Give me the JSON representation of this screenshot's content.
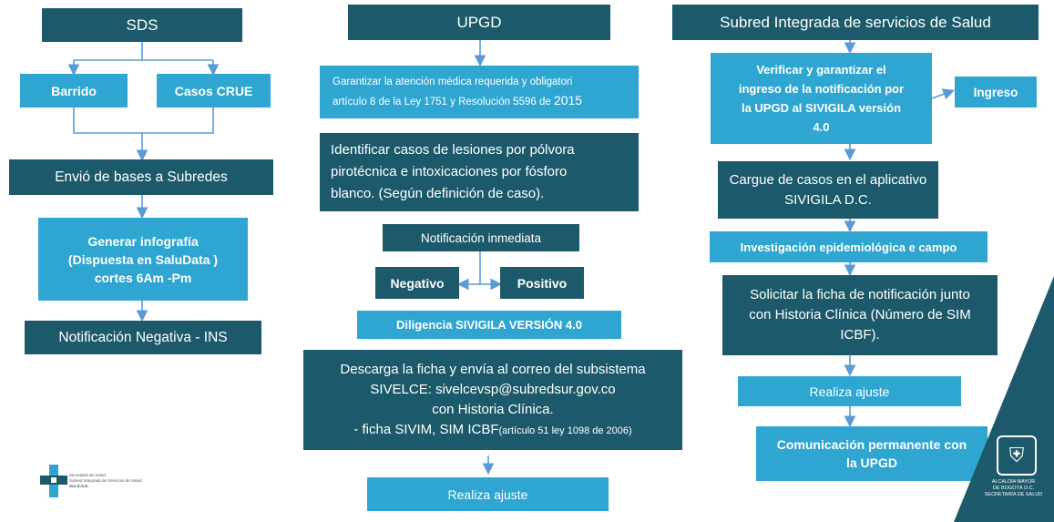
{
  "col_sds": {
    "header": "SDS",
    "barrido": "Barrido",
    "casos_crue": "Casos CRUE",
    "envio_bases": "Envió de bases a Subredes",
    "infografia": [
      "Generar infografía",
      "(Dispuesta en SaluData )",
      "cortes 6Am -Pm"
    ],
    "notificacion_negativa": "Notificación Negativa - INS"
  },
  "col_upgd": {
    "header": "UPGD",
    "garantizar": [
      "Garantizar la atención médica requerida y obligatori",
      "artículo 8 de la Ley 1751 y Resolución 5596 de",
      "2015"
    ],
    "identificar": [
      "Identificar casos de lesiones por pólvora",
      "pirotécnica e intoxicaciones por fósforo",
      "blanco. (Según definición de caso)."
    ],
    "notificacion_inmediata": "Notificación inmediata",
    "negativo": "Negativo",
    "positivo": "Positivo",
    "diligencia": "Diligencia SIVIGILA VERSIÓN 4.0",
    "descarga": [
      "Descarga la ficha y envía al correo del subsistema",
      "SIVELCE: sivelcevsp@subredsur.gov.co",
      "con Historia Clínica."
    ],
    "ficha_prefix": "- ficha SIVIM, SIM ICBF",
    "ficha_note": "(artículo 51 ley 1098 de 2006)",
    "realiza_ajuste": "Realiza ajuste"
  },
  "col_subred": {
    "header": "Subred Integrada de servicios de Salud",
    "verificar": [
      "Verificar y garantizar el",
      "ingreso de la notificación por",
      "la UPGD al SIVIGILA versión",
      "4.0"
    ],
    "ingreso": "Ingreso",
    "cargue": [
      "Cargue de casos en el aplicativo",
      "SIVIGILA D.C."
    ],
    "investigacion": "Investigación epidemiológica e campo",
    "solicitar": [
      "Solicitar la ficha de notificación junto",
      "con Historia Clínica (Número de SIM",
      "ICBF)."
    ],
    "realiza_ajuste": "Realiza ajuste",
    "comunicacion": [
      "Comunicación permanente con",
      "la UPGD"
    ]
  },
  "logos": {
    "left_text": [
      "Secretaría de Salud",
      "Subred Integrada de Servicios de Salud",
      "Sur E.S.E."
    ],
    "right_text": [
      "ALCALDÍA MAYOR",
      "DE BOGOTÁ D.C.",
      "SECRETARÍA DE SALUD"
    ]
  },
  "colors": {
    "dark": "#1c5a6b",
    "light": "#2ea6d1",
    "arrow": "#5b9bd5"
  }
}
